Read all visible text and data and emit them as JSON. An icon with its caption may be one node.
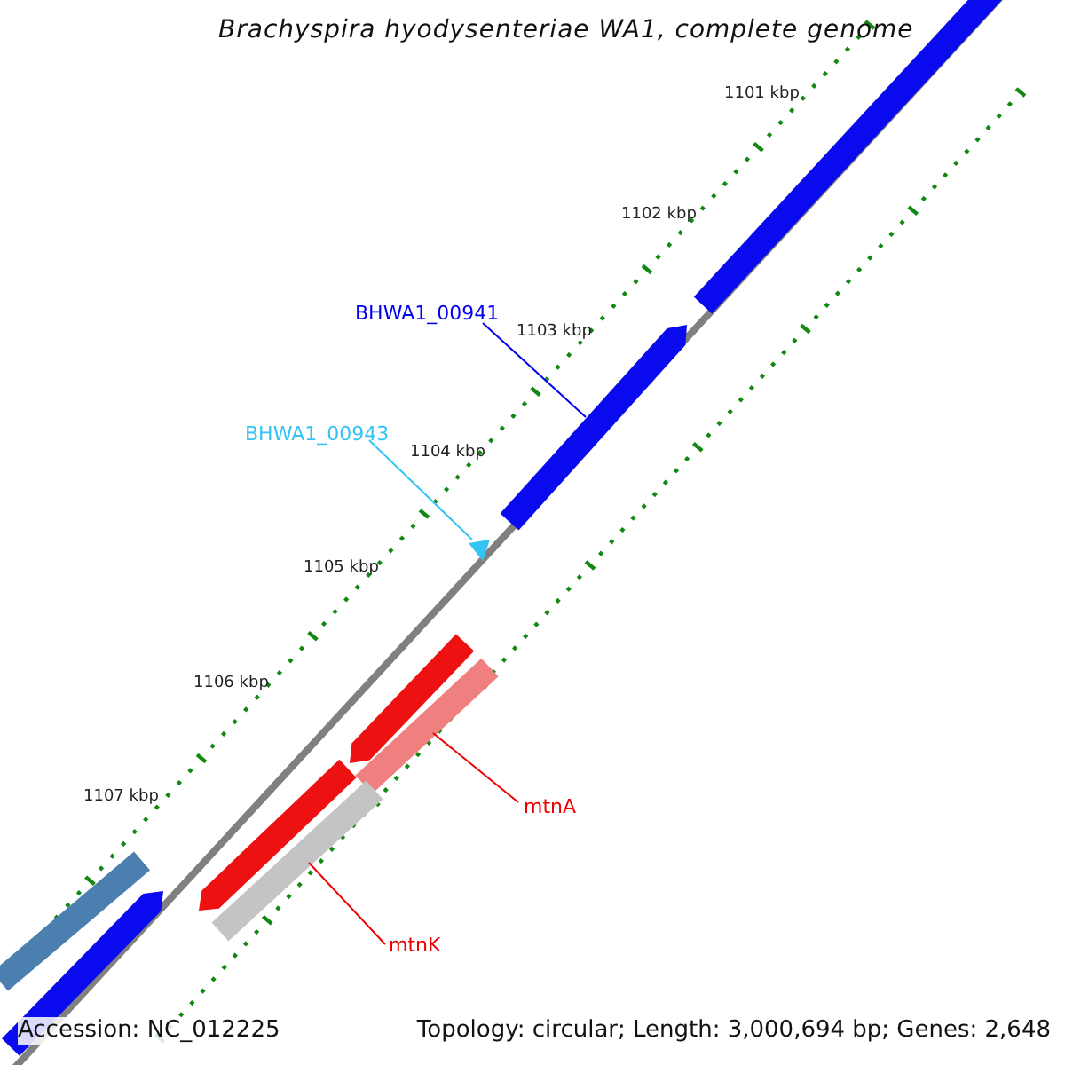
{
  "diagram": {
    "title": "Brachyspira hyodysenteriae WA1, complete genome",
    "nodes": [
      {
        "text": [
          "BHWA1_00941"
        ]
      },
      {
        "text": [],
        "shape": "bar"
      },
      {
        "text": [
          "BHWA1_00943"
        ]
      },
      {
        "text": [],
        "shape": "triangle"
      },
      {
        "text": [],
        "shape": "bar"
      },
      {
        "text": [
          "mtnA"
        ]
      },
      {
        "text": [],
        "shape": "bar"
      },
      {
        "text": [
          "mtnK"
        ]
      }
    ],
    "edges": [
      {
        "from": 0,
        "to": 1,
        "arrow": "none",
        "color": "#0000ee"
      },
      {
        "from": 2,
        "to": 3,
        "arrow": "none",
        "color": "#33c4f4"
      },
      {
        "from": 5,
        "to": 4,
        "arrow": "none",
        "color": "#ee0000"
      },
      {
        "from": 7,
        "to": 6,
        "arrow": "none",
        "color": "#ee0000"
      }
    ],
    "labels": [
      "1101 kbp",
      "1102 kbp",
      "1103 kbp",
      "1104 kbp",
      "1105 kbp",
      "1106 kbp",
      "1107 kbp",
      "Accession: NC_012225",
      "Topology: circular; Length: 3,000,694 bp; Genes: 2,648"
    ]
  }
}
